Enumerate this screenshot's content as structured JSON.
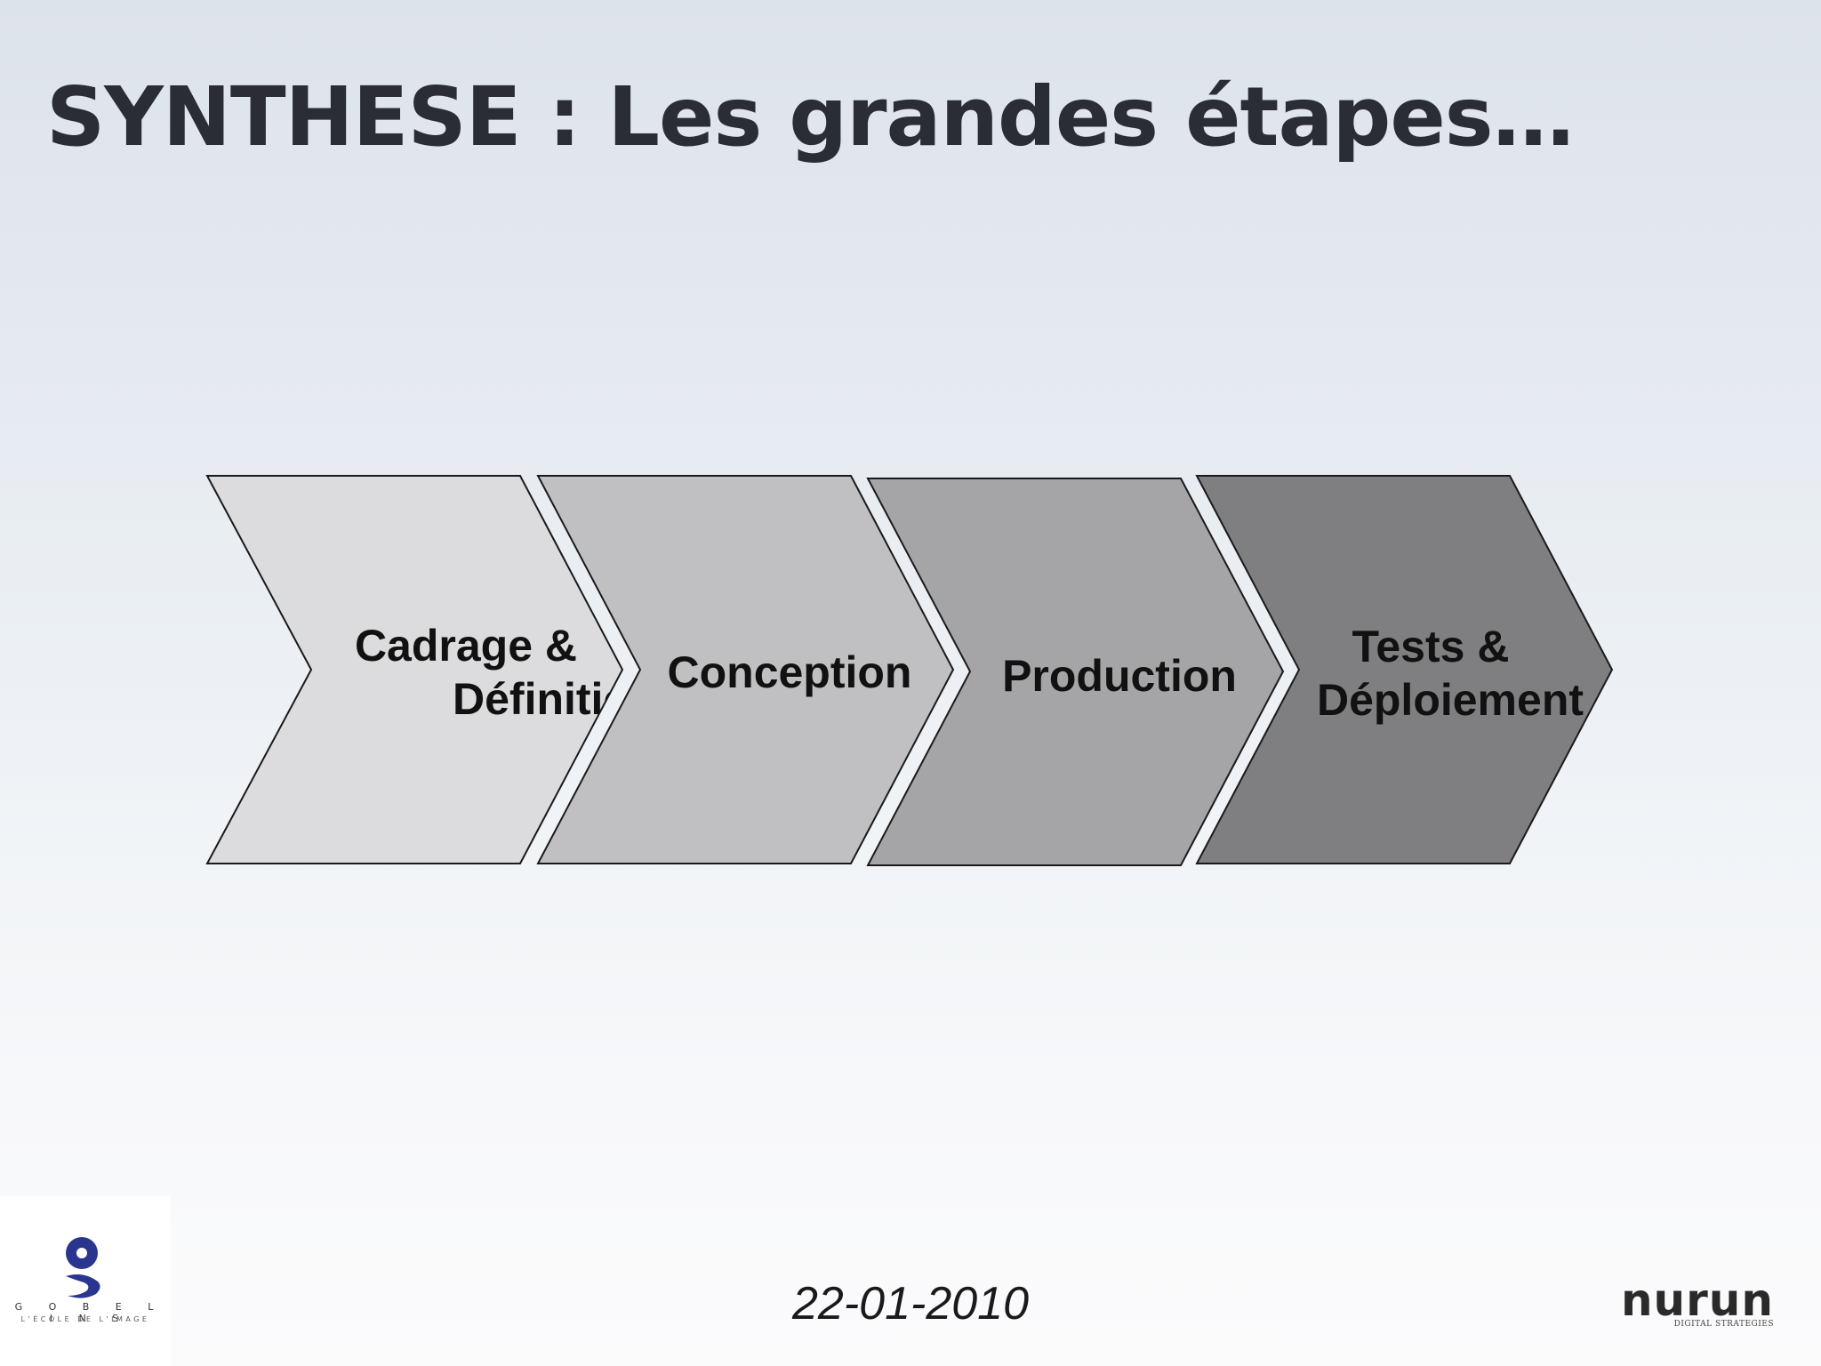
{
  "slide": {
    "title": "SYNTHESE : Les grandes étapes…",
    "date": "22-01-2010"
  },
  "steps": [
    {
      "line1": "Cadrage &",
      "line2": "Définition",
      "fill": "#dcdcde"
    },
    {
      "line1": "Conception",
      "line2": "",
      "fill": "#c0bfc1"
    },
    {
      "line1": "Production",
      "line2": "",
      "fill": "#a5a5a7"
    },
    {
      "line1": "Tests &",
      "line2": "Déploiement",
      "fill": "#7f7e80"
    }
  ],
  "logos": {
    "left": {
      "name": "G O B E L I N S",
      "tagline": "L'ÉCOLE DE L'IMAGE",
      "color": "#2a3590"
    },
    "right": {
      "name": "nurun",
      "tagline": "DIGITAL STRATEGIES"
    }
  }
}
